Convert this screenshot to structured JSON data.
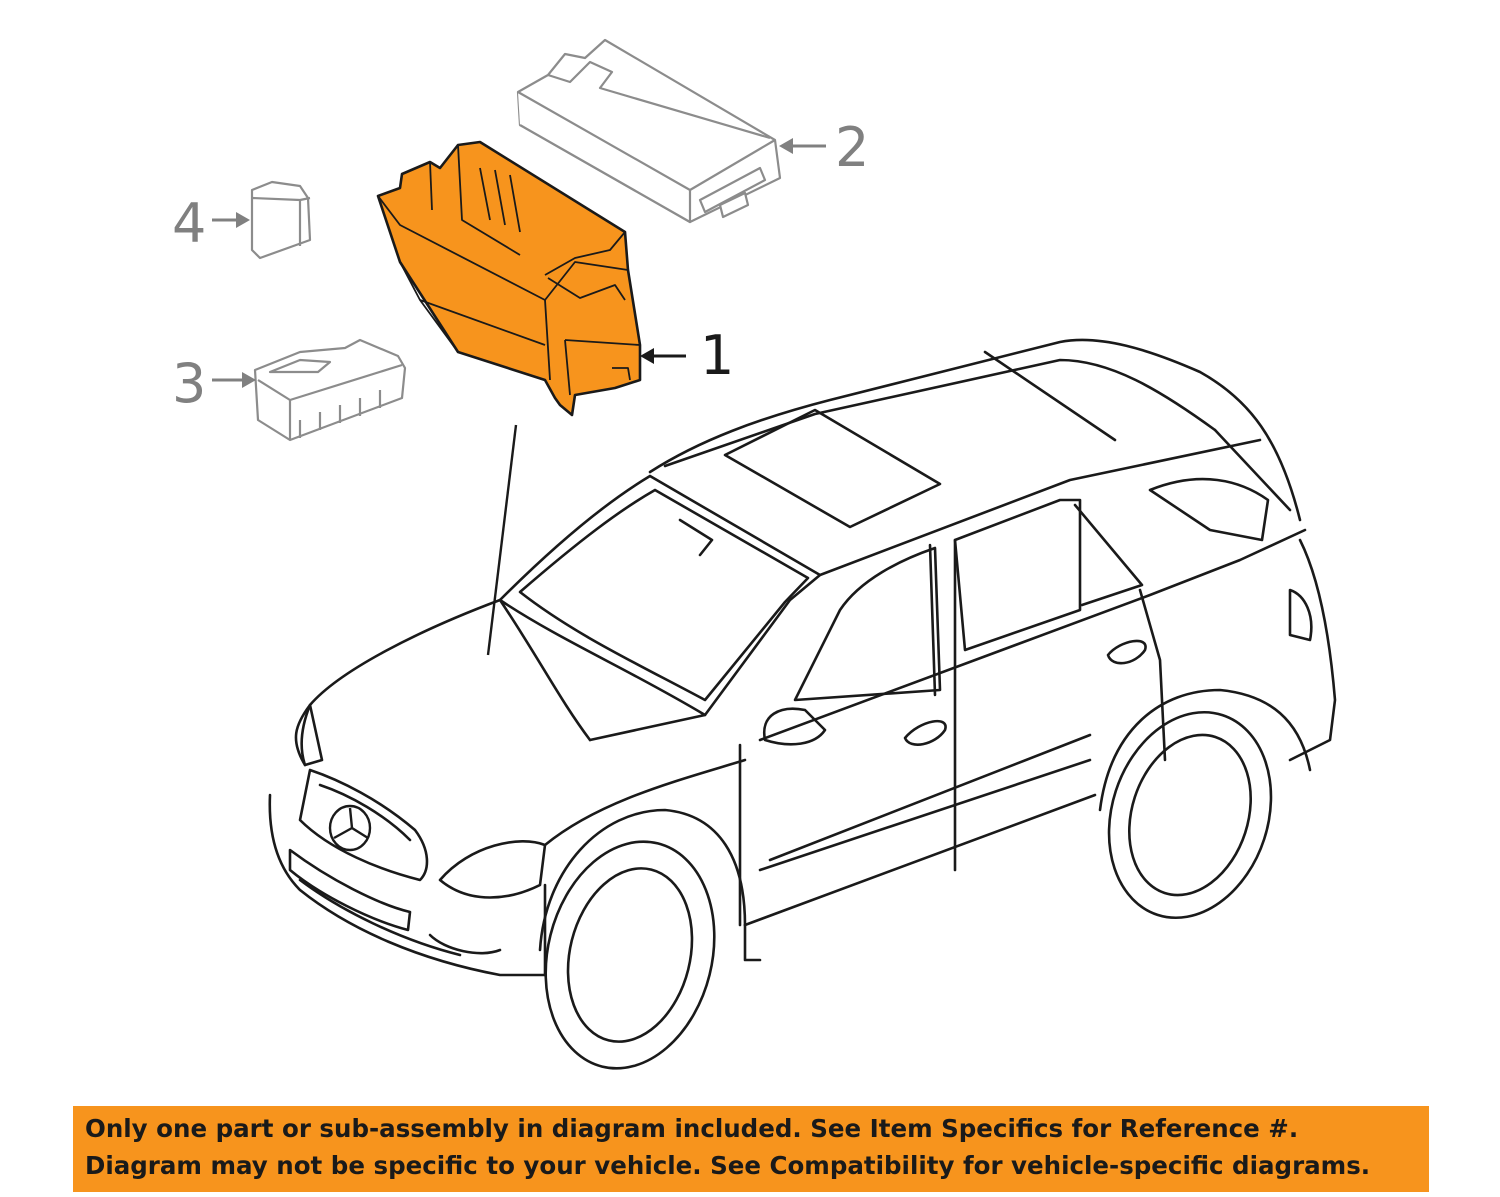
{
  "diagram": {
    "highlight_color": "#f7941d",
    "line_color": "#1a1a1a",
    "part_outline_color": "#8c8c8c",
    "callouts": [
      {
        "number": "1",
        "part": "highlighted-part",
        "color": "#1a1a1a"
      },
      {
        "number": "2",
        "part": "top-cover-part",
        "color": "#808080"
      },
      {
        "number": "3",
        "part": "relay-block-part",
        "color": "#808080"
      },
      {
        "number": "4",
        "part": "small-relay-part",
        "color": "#808080"
      }
    ],
    "disclaimer": {
      "line1": "Only one part or sub-assembly in diagram included. See Item Specifics for Reference #.",
      "line2": "Diagram may not be specific to your vehicle. See Compatibility for vehicle-specific diagrams.",
      "background": "#f7941d"
    }
  }
}
